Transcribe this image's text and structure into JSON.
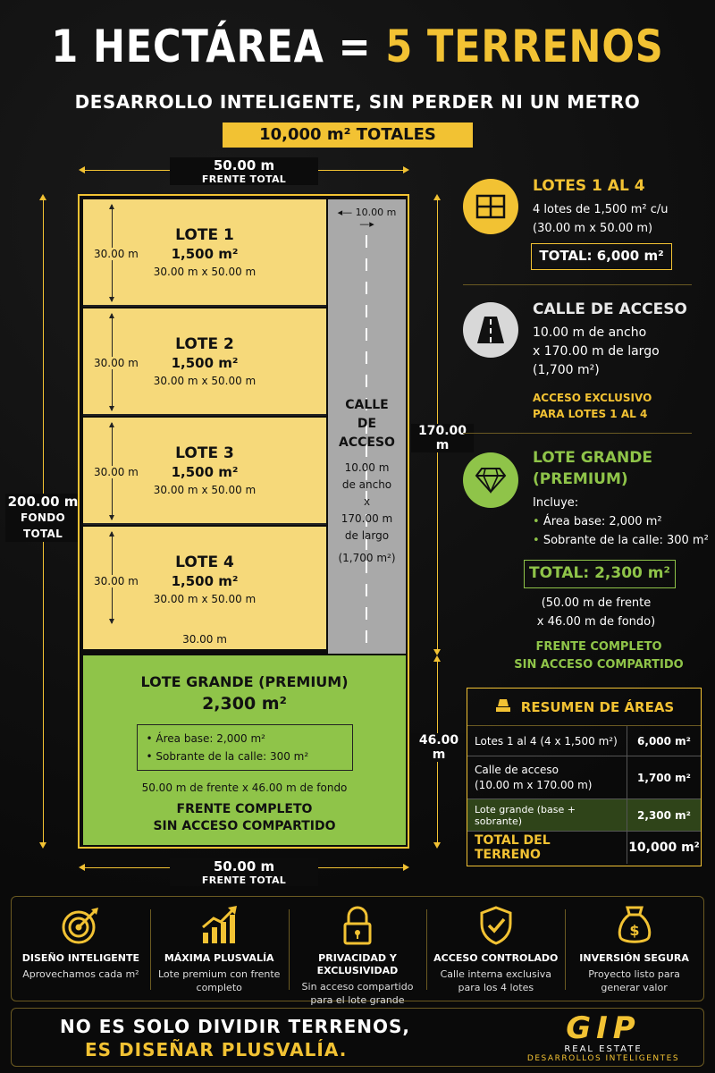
{
  "header": {
    "title_white": "1 HECTÁREA = ",
    "title_gold": "5 TERRENOS",
    "subtitle": "DESARROLLO INTELIGENTE, SIN PERDER NI UN METRO",
    "badge": "10,000 m² TOTALES"
  },
  "dimensions": {
    "top_value": "50.00 m",
    "top_label": "FRENTE TOTAL",
    "bottom_value": "50.00 m",
    "bottom_label": "FRENTE TOTAL",
    "left_value": "200.00 m",
    "left_label1": "FONDO",
    "left_label2": "TOTAL",
    "right_upper": "170.00 m",
    "right_lower": "46.00 m"
  },
  "lotes": [
    {
      "name": "LOTE 1",
      "area": "1,500 m²",
      "dims": "30.00 m x 50.00 m",
      "depth": "30.00 m"
    },
    {
      "name": "LOTE 2",
      "area": "1,500 m²",
      "dims": "30.00 m x 50.00 m",
      "depth": "30.00 m"
    },
    {
      "name": "LOTE 3",
      "area": "1,500 m²",
      "dims": "30.00 m x 50.00 m",
      "depth": "30.00 m"
    },
    {
      "name": "LOTE 4",
      "area": "1,500 m²",
      "dims": "30.00 m x 50.00 m",
      "depth": "30.00 m"
    }
  ],
  "lotes_width": "30.00 m",
  "street": {
    "width_meas": "10.00 m",
    "line1": "CALLE",
    "line2": "DE",
    "line3": "ACCESO",
    "d1": "10.00 m",
    "d2": "de ancho",
    "d3": "x",
    "d4": "170.00 m",
    "d5": "de largo",
    "d6": "(1,700 m²)"
  },
  "premium": {
    "name": "LOTE GRANDE (PREMIUM)",
    "area": "2,300 m²",
    "item1": "•  Área base:  2,000 m²",
    "item2": "•  Sobrante de la calle:  300 m²",
    "dims": "50.00 m de frente x 46.00 m de fondo",
    "note1": "FRENTE COMPLETO",
    "note2": "SIN ACCESO COMPARTIDO"
  },
  "panel_lotes": {
    "icon": "lots-grid-icon",
    "title": "LOTES 1 AL 4",
    "text1": "4 lotes de 1,500 m² c/u",
    "text2": "(30.00 m x 50.00 m)",
    "total": "TOTAL: 6,000 m²"
  },
  "panel_calle": {
    "icon": "road-icon",
    "title": "CALLE DE ACCESO",
    "text1": "10.00 m de ancho",
    "text2": "x 170.00 m de largo",
    "text3": "(1,700 m²)",
    "note1": "ACCESO EXCLUSIVO",
    "note2": "PARA LOTES 1 AL 4"
  },
  "panel_premium": {
    "icon": "diamond-icon",
    "title1": "LOTE GRANDE",
    "title2": "(PREMIUM)",
    "includes": "Incluye:",
    "item1": "Área base: 2,000 m²",
    "item2": "Sobrante de la calle: 300 m²",
    "total": "TOTAL: 2,300 m²",
    "dims1": "(50.00 m de frente",
    "dims2": "x 46.00 m de fondo)",
    "note1": "FRENTE COMPLETO",
    "note2": "SIN ACCESO COMPARTIDO"
  },
  "summary": {
    "title": "RESUMEN DE ÁREAS",
    "rows": [
      {
        "label": "Lotes 1 al 4 (4 x 1,500 m²)",
        "value": "6,000 m²"
      },
      {
        "label": "Calle de acceso",
        "label2": "(10.00 m x 170.00 m)",
        "value": "1,700 m²"
      },
      {
        "label": "Lote grande (base + sobrante)",
        "value": "2,300 m²"
      },
      {
        "label": "TOTAL DEL TERRENO",
        "value": "10,000 m²"
      }
    ]
  },
  "features": [
    {
      "icon": "target-icon",
      "title": "DISEÑO INTELIGENTE",
      "title2": "",
      "desc1": "Aprovechamos cada m²",
      "desc2": ""
    },
    {
      "icon": "growth-chart-icon",
      "title": "MÁXIMA PLUSVALÍA",
      "title2": "",
      "desc1": "Lote premium con frente",
      "desc2": "completo"
    },
    {
      "icon": "lock-icon",
      "title": "PRIVACIDAD Y",
      "title2": "EXCLUSIVIDAD",
      "desc1": "Sin acceso compartido",
      "desc2": "para el lote grande"
    },
    {
      "icon": "shield-check-icon",
      "title": "ACCESO CONTROLADO",
      "title2": "",
      "desc1": "Calle interna exclusiva",
      "desc2": "para los 4 lotes"
    },
    {
      "icon": "money-bag-icon",
      "title": "INVERSIÓN SEGURA",
      "title2": "",
      "desc1": "Proyecto listo para",
      "desc2": "generar valor"
    }
  ],
  "footer": {
    "slogan1": "NO ES SOLO DIVIDIR TERRENOS,",
    "slogan2": "ES DISEÑAR PLUSVALÍA.",
    "logo": "GIP",
    "logo_sub1": "REAL ESTATE",
    "logo_sub2": "DESARROLLOS INTELIGENTES"
  },
  "colors": {
    "gold": "#f2c233",
    "yellow_lot": "#f6d97a",
    "green_lot": "#8fc449",
    "street": "#a9a9a9"
  }
}
